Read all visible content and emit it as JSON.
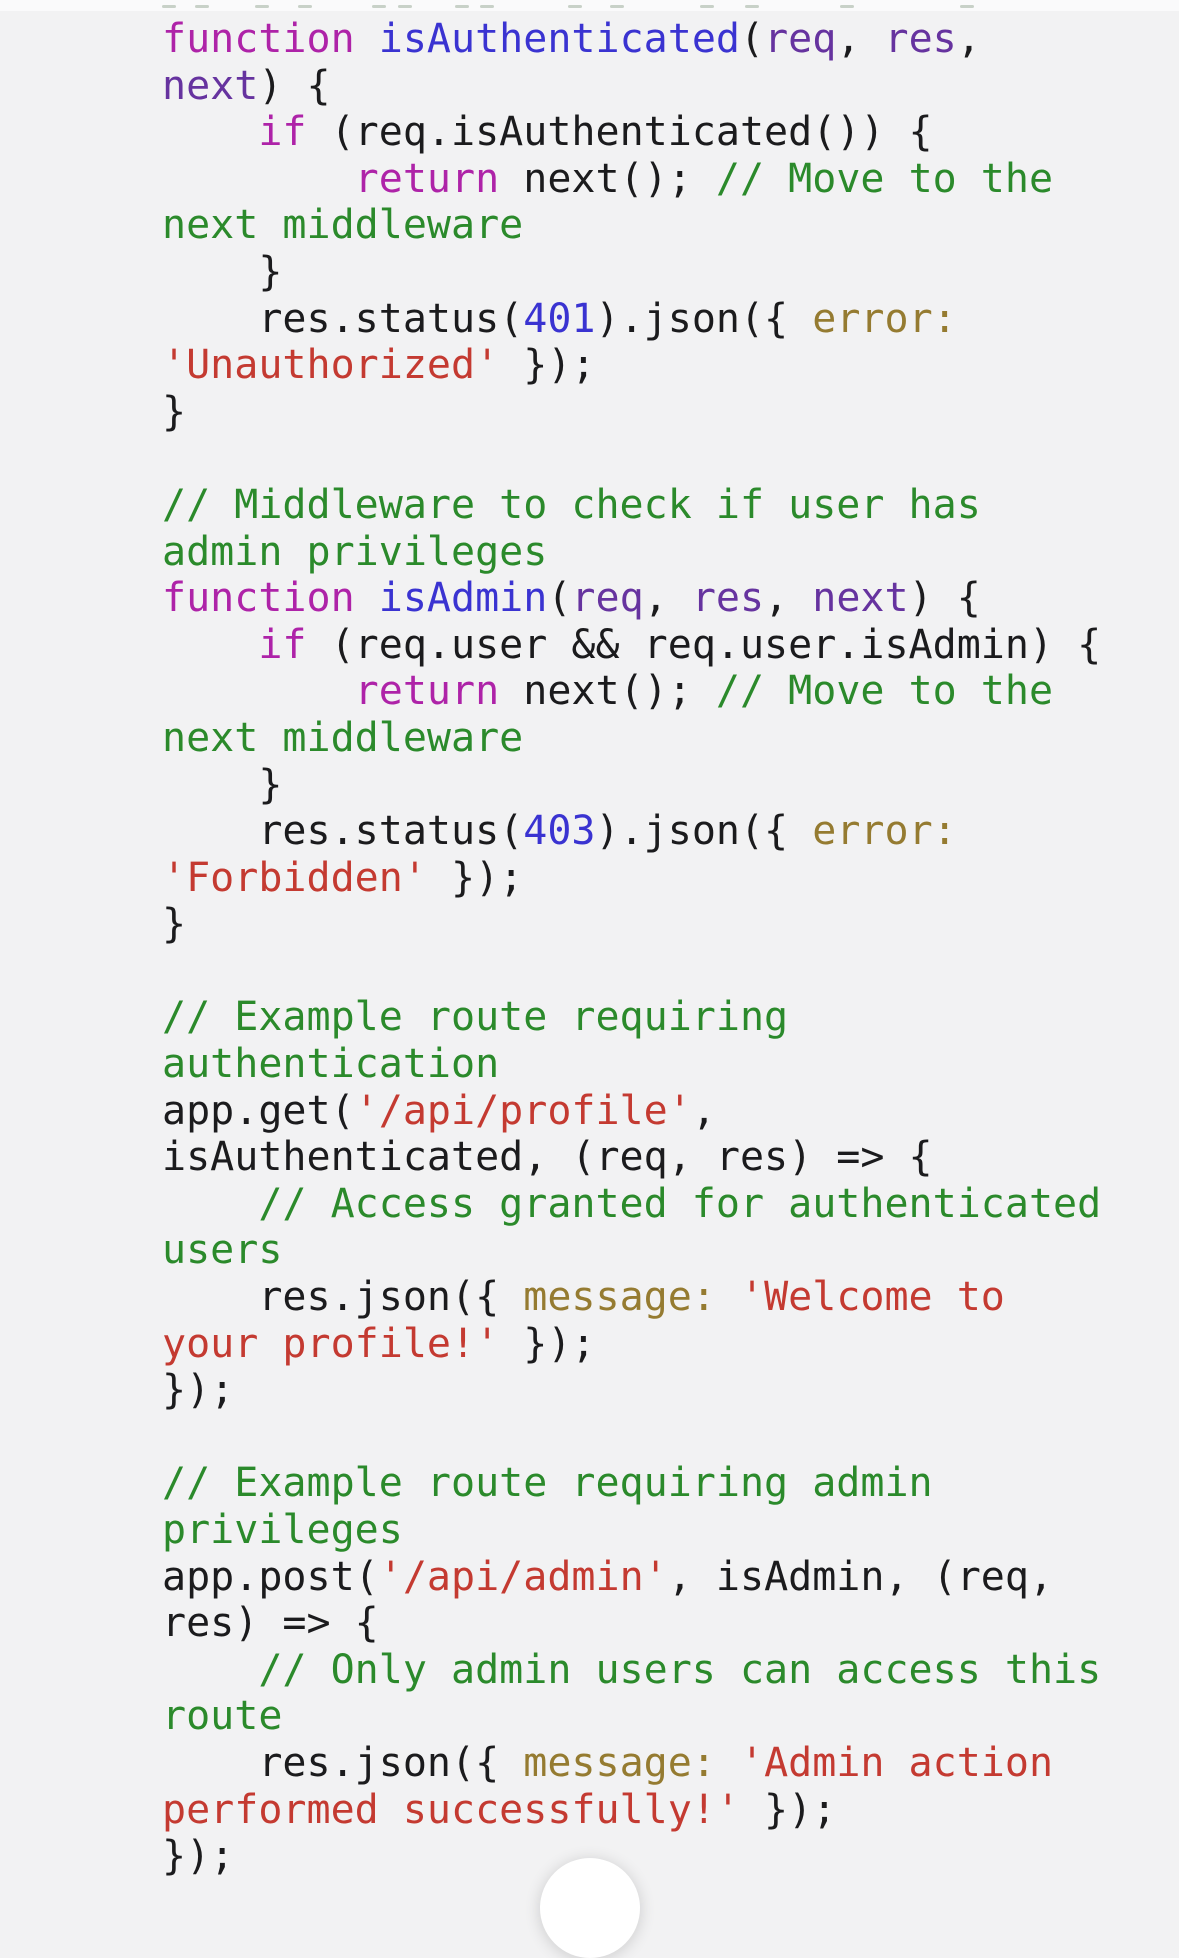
{
  "colors": {
    "background": "#f2f2f3",
    "top_strip": "#fafafb",
    "plain": "#1b1b1d",
    "keyword": "#ae23a8",
    "function_name": "#3a33d1",
    "number": "#3a33d1",
    "parameter": "#66339f",
    "comment": "#2b8a2b",
    "string": "#c43a31",
    "property": "#957b31",
    "scroll_button": "#ffffff"
  },
  "top_overlay": {
    "fragments_x": [
      162,
      195,
      255,
      298,
      372,
      398,
      455,
      480,
      568,
      610,
      700,
      745,
      840,
      960
    ]
  },
  "scroll_button": {
    "shape": "circle-partially-visible-bottom-center"
  },
  "code": {
    "lines": [
      [
        [
          "kw",
          "function"
        ],
        [
          "pl",
          " "
        ],
        [
          "fn",
          "isAuthenticated"
        ],
        [
          "pl",
          "("
        ],
        [
          "pr",
          "req"
        ],
        [
          "pl",
          ", "
        ],
        [
          "pr",
          "res"
        ],
        [
          "pl",
          ","
        ]
      ],
      [
        [
          "pr",
          "next"
        ],
        [
          "pl",
          ") {"
        ]
      ],
      [
        [
          "pl",
          "    "
        ],
        [
          "kw",
          "if"
        ],
        [
          "pl",
          " (req.isAuthenticated()) {"
        ]
      ],
      [
        [
          "pl",
          "        "
        ],
        [
          "kw",
          "return"
        ],
        [
          "pl",
          " next(); "
        ],
        [
          "cm",
          "// Move to the"
        ]
      ],
      [
        [
          "cm",
          "next middleware"
        ]
      ],
      [
        [
          "pl",
          "    }"
        ]
      ],
      [
        [
          "pl",
          "    res.status("
        ],
        [
          "num",
          "401"
        ],
        [
          "pl",
          ").json({ "
        ],
        [
          "prop",
          "error:"
        ]
      ],
      [
        [
          "str",
          "'Unauthorized'"
        ],
        [
          "pl",
          " });"
        ]
      ],
      [
        [
          "pl",
          "}"
        ]
      ],
      [],
      [
        [
          "cm",
          "// Middleware to check if user has"
        ]
      ],
      [
        [
          "cm",
          "admin privileges"
        ]
      ],
      [
        [
          "kw",
          "function"
        ],
        [
          "pl",
          " "
        ],
        [
          "fn",
          "isAdmin"
        ],
        [
          "pl",
          "("
        ],
        [
          "pr",
          "req"
        ],
        [
          "pl",
          ", "
        ],
        [
          "pr",
          "res"
        ],
        [
          "pl",
          ", "
        ],
        [
          "pr",
          "next"
        ],
        [
          "pl",
          ") {"
        ]
      ],
      [
        [
          "pl",
          "    "
        ],
        [
          "kw",
          "if"
        ],
        [
          "pl",
          " (req.user && req.user.isAdmin) {"
        ]
      ],
      [
        [
          "pl",
          "        "
        ],
        [
          "kw",
          "return"
        ],
        [
          "pl",
          " next(); "
        ],
        [
          "cm",
          "// Move to the"
        ]
      ],
      [
        [
          "cm",
          "next middleware"
        ]
      ],
      [
        [
          "pl",
          "    }"
        ]
      ],
      [
        [
          "pl",
          "    res.status("
        ],
        [
          "num",
          "403"
        ],
        [
          "pl",
          ").json({ "
        ],
        [
          "prop",
          "error:"
        ]
      ],
      [
        [
          "str",
          "'Forbidden'"
        ],
        [
          "pl",
          " });"
        ]
      ],
      [
        [
          "pl",
          "}"
        ]
      ],
      [],
      [
        [
          "cm",
          "// Example route requiring"
        ]
      ],
      [
        [
          "cm",
          "authentication"
        ]
      ],
      [
        [
          "pl",
          "app.get("
        ],
        [
          "str",
          "'/api/profile'"
        ],
        [
          "pl",
          ","
        ]
      ],
      [
        [
          "pl",
          "isAuthenticated, (req, res) => {"
        ]
      ],
      [
        [
          "pl",
          "    "
        ],
        [
          "cm",
          "// Access granted for authenticated"
        ]
      ],
      [
        [
          "cm",
          "users"
        ]
      ],
      [
        [
          "pl",
          "    res.json({ "
        ],
        [
          "prop",
          "message:"
        ],
        [
          "pl",
          " "
        ],
        [
          "str",
          "'Welcome to"
        ]
      ],
      [
        [
          "str",
          "your profile!'"
        ],
        [
          "pl",
          " });"
        ]
      ],
      [
        [
          "pl",
          "});"
        ]
      ],
      [],
      [
        [
          "cm",
          "// Example route requiring admin"
        ]
      ],
      [
        [
          "cm",
          "privileges"
        ]
      ],
      [
        [
          "pl",
          "app.post("
        ],
        [
          "str",
          "'/api/admin'"
        ],
        [
          "pl",
          ", isAdmin, (req,"
        ]
      ],
      [
        [
          "pl",
          "res) => {"
        ]
      ],
      [
        [
          "pl",
          "    "
        ],
        [
          "cm",
          "// Only admin users can access this"
        ]
      ],
      [
        [
          "cm",
          "route"
        ]
      ],
      [
        [
          "pl",
          "    res.json({ "
        ],
        [
          "prop",
          "message:"
        ],
        [
          "pl",
          " "
        ],
        [
          "str",
          "'Admin action"
        ]
      ],
      [
        [
          "str",
          "performed successfully!'"
        ],
        [
          "pl",
          " });"
        ]
      ],
      [
        [
          "pl",
          "});"
        ]
      ]
    ]
  }
}
